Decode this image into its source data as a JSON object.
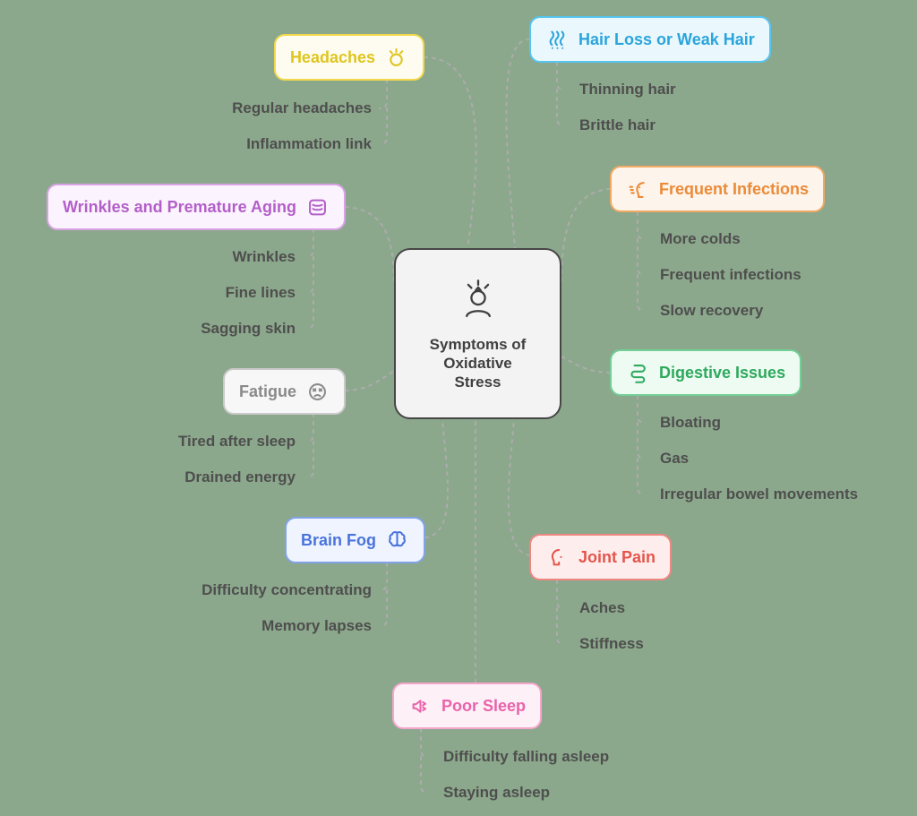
{
  "background_color": "#8CA88C",
  "connector_color": "#ACACAC",
  "child_text_color": "#4E4E4E",
  "center": {
    "title": "Symptoms of Oxidative Stress",
    "icon": "stressed-person-icon",
    "bg": "#F3F3F3",
    "border": "#464646",
    "text_color": "#3F3F3F"
  },
  "nodes": [
    {
      "label": "Headaches",
      "icon": "headache-icon",
      "color": "#DFC51F",
      "border": "#F2D94B",
      "bg": "#FEFCF0",
      "children": [
        "Regular headaches",
        "Inflammation link"
      ]
    },
    {
      "label": "Hair Loss or Weak Hair",
      "icon": "hair-strands-icon",
      "color": "#2AA5DC",
      "border": "#56C5EF",
      "bg": "#EAF7FD",
      "children": [
        "Thinning hair",
        "Brittle hair"
      ]
    },
    {
      "label": "Frequent Infections",
      "icon": "sneeze-icon",
      "color": "#EB8B38",
      "border": "#F1A964",
      "bg": "#FDF4EB",
      "children": [
        "More colds",
        "Frequent infections",
        "Slow recovery"
      ]
    },
    {
      "label": "Wrinkles and Premature Aging",
      "icon": "skin-wrinkles-icon",
      "color": "#B35FC9",
      "border": "#D9A2E6",
      "bg": "#FBF3FD",
      "children": [
        "Wrinkles",
        "Fine lines",
        "Sagging skin"
      ]
    },
    {
      "label": "Digestive Issues",
      "icon": "intestine-icon",
      "color": "#2FA95E",
      "border": "#72CF95",
      "bg": "#EDFBF2",
      "children": [
        "Bloating",
        "Gas",
        "Irregular bowel movements"
      ]
    },
    {
      "label": "Fatigue",
      "icon": "weary-face-icon",
      "color": "#8A8A8A",
      "border": "#C9C9C9",
      "bg": "#F7F7F7",
      "children": [
        "Tired after sleep",
        "Drained energy"
      ]
    },
    {
      "label": "Brain Fog",
      "icon": "brain-icon",
      "color": "#4A74DC",
      "border": "#82A2EA",
      "bg": "#EFF4FE",
      "children": [
        "Difficulty concentrating",
        "Memory lapses"
      ]
    },
    {
      "label": "Joint Pain",
      "icon": "joint-pain-icon",
      "color": "#E4554C",
      "border": "#EF8781",
      "bg": "#FDEEED",
      "children": [
        "Aches",
        "Stiffness"
      ]
    },
    {
      "label": "Poor Sleep",
      "icon": "megaphone-snore-icon",
      "color": "#EA63AB",
      "border": "#F4A5CB",
      "bg": "#FDF0F7",
      "children": [
        "Difficulty falling asleep",
        "Staying asleep"
      ]
    }
  ]
}
